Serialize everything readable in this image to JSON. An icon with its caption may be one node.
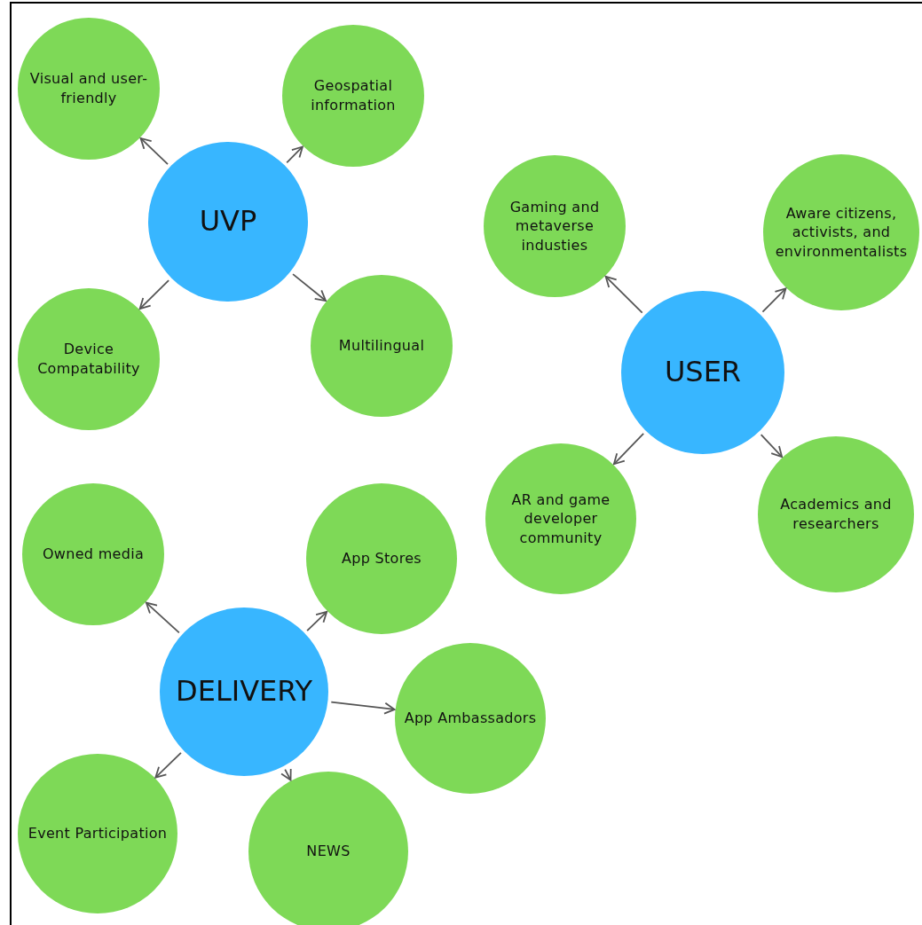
{
  "diagram": {
    "nodes": [
      {
        "text": [
          "UVP"
        ]
      },
      {
        "text": [
          "Visual and user-friendly"
        ]
      },
      {
        "text": [
          "Geospatial information"
        ]
      },
      {
        "text": [
          "Device Compatability"
        ]
      },
      {
        "text": [
          "Multilingual"
        ]
      },
      {
        "text": [
          "USER"
        ]
      },
      {
        "text": [
          "Gaming and metaverse industies"
        ]
      },
      {
        "text": [
          "Aware citizens, activists, and environmentalists"
        ]
      },
      {
        "text": [
          "AR and game developer community"
        ]
      },
      {
        "text": [
          "Academics and researchers"
        ]
      },
      {
        "text": [
          "DELIVERY"
        ]
      },
      {
        "text": [
          "Owned media"
        ]
      },
      {
        "text": [
          "App Stores"
        ]
      },
      {
        "text": [
          "App Ambassadors"
        ]
      },
      {
        "text": [
          "Event Participation"
        ]
      },
      {
        "text": [
          "NEWS"
        ]
      }
    ],
    "edges": [
      {
        "from": 0,
        "to": 1,
        "arrow": "to"
      },
      {
        "from": 0,
        "to": 2,
        "arrow": "to"
      },
      {
        "from": 0,
        "to": 3,
        "arrow": "to"
      },
      {
        "from": 0,
        "to": 4,
        "arrow": "to"
      },
      {
        "from": 5,
        "to": 6,
        "arrow": "to"
      },
      {
        "from": 5,
        "to": 7,
        "arrow": "to"
      },
      {
        "from": 5,
        "to": 8,
        "arrow": "to"
      },
      {
        "from": 5,
        "to": 9,
        "arrow": "to"
      },
      {
        "from": 10,
        "to": 11,
        "arrow": "to"
      },
      {
        "from": 10,
        "to": 12,
        "arrow": "to"
      },
      {
        "from": 10,
        "to": 13,
        "arrow": "to"
      },
      {
        "from": 10,
        "to": 14,
        "arrow": "to"
      },
      {
        "from": 10,
        "to": 15,
        "arrow": "to"
      }
    ]
  }
}
